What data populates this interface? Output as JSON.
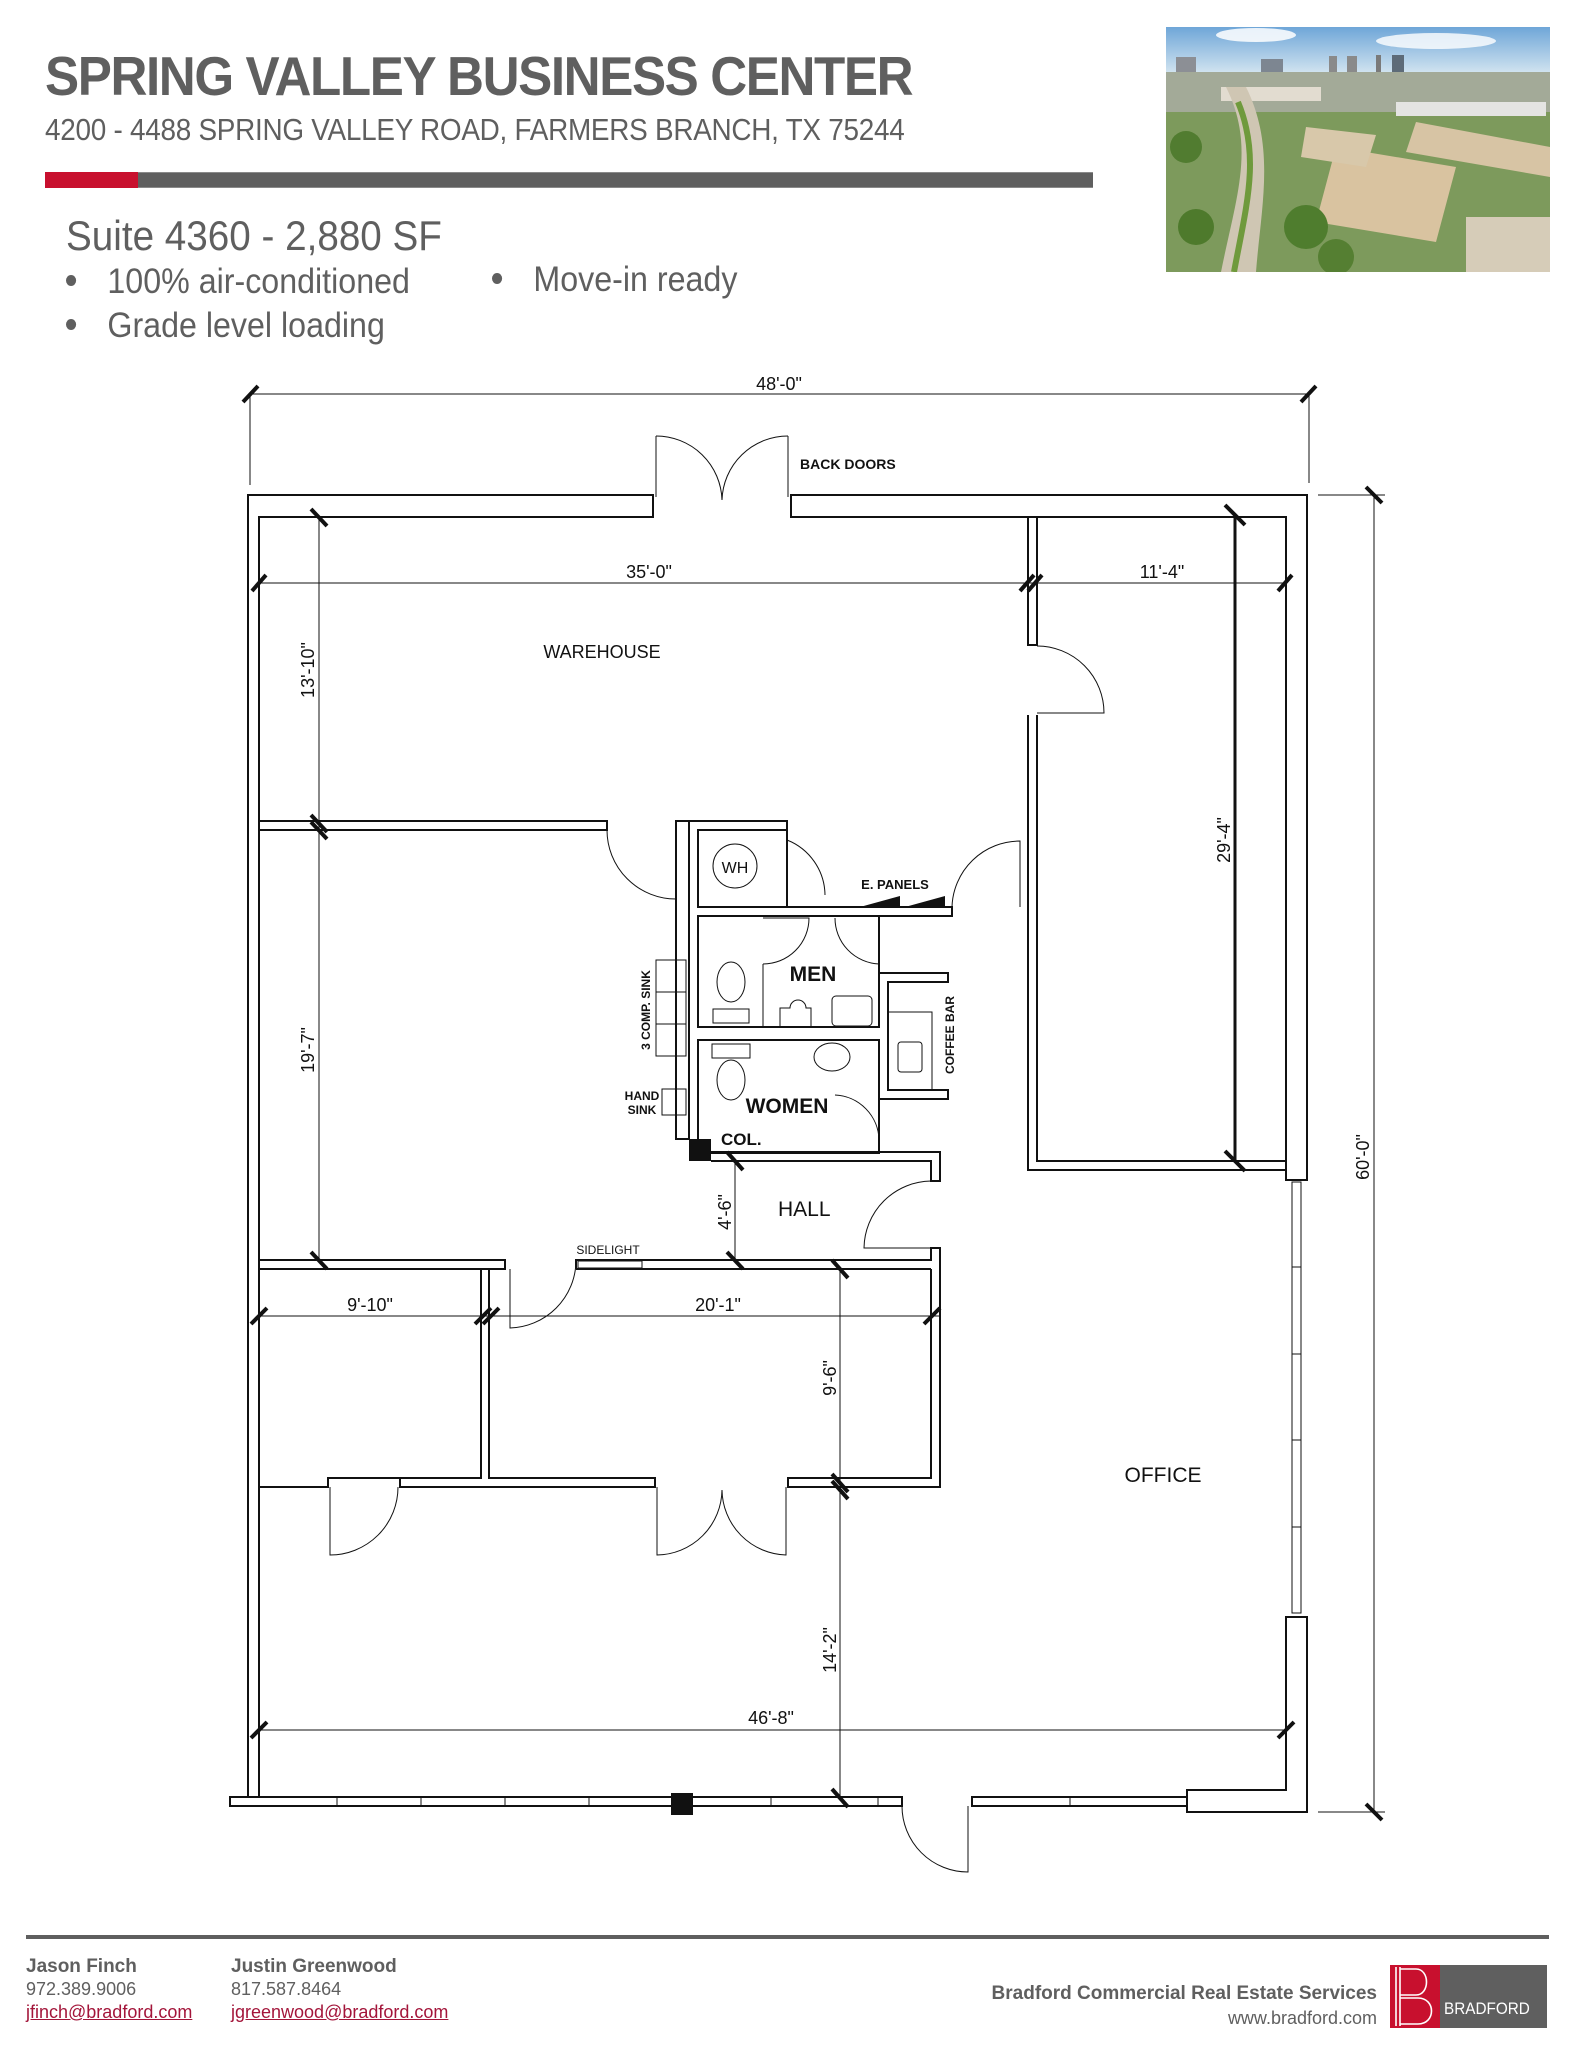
{
  "header": {
    "title": "SPRING VALLEY BUSINESS CENTER",
    "address": "4200 - 4488 SPRING VALLEY ROAD, FARMERS BRANCH, TX 75244",
    "accent_color": "#c8102e",
    "rule_color": "#5f5f5f"
  },
  "listing": {
    "suite": "Suite 4360 - 2,880 SF",
    "features": [
      "100% air-conditioned",
      "Move-in ready",
      "Grade level loading"
    ]
  },
  "photo": {
    "description": "aerial-photo-of-business-park"
  },
  "floor_plan": {
    "overall_width": "48'-0\"",
    "overall_depth": "60'-0\"",
    "rooms": {
      "warehouse": "WAREHOUSE",
      "office": "OFFICE",
      "hall": "HALL",
      "men": "MEN",
      "women": "WOMEN",
      "water_heater": "WH"
    },
    "labels": {
      "back_doors": "BACK DOORS",
      "e_panels": "E. PANELS",
      "comp_sink": "3 COMP. SINK",
      "coffee_bar": "COFFEE BAR",
      "hand_sink_1": "HAND",
      "hand_sink_2": "SINK",
      "column": "COL.",
      "sidelight": "SIDELIGHT"
    },
    "dimensions": {
      "warehouse_width": "35'-0\"",
      "side_room_width": "11'-4\"",
      "warehouse_depth": "13'-10\"",
      "side_room_depth": "29'-4\"",
      "middle_depth": "19'-7\"",
      "hall_width": "4'-6\"",
      "small_office_width": "9'-10\"",
      "conference_width": "20'-1\"",
      "conference_depth": "9'-6\"",
      "front_depth": "14'-2\"",
      "front_width": "46'-8\""
    }
  },
  "footer": {
    "contacts": [
      {
        "name": "Jason Finch",
        "phone": "972.389.9006",
        "email": "jfinch@bradford.com"
      },
      {
        "name": "Justin Greenwood",
        "phone": "817.587.8464",
        "email": "jgreenwood@bradford.com"
      }
    ],
    "company": "Bradford Commercial Real Estate Services",
    "website": "www.bradford.com",
    "logo_text": "BRADFORD"
  }
}
